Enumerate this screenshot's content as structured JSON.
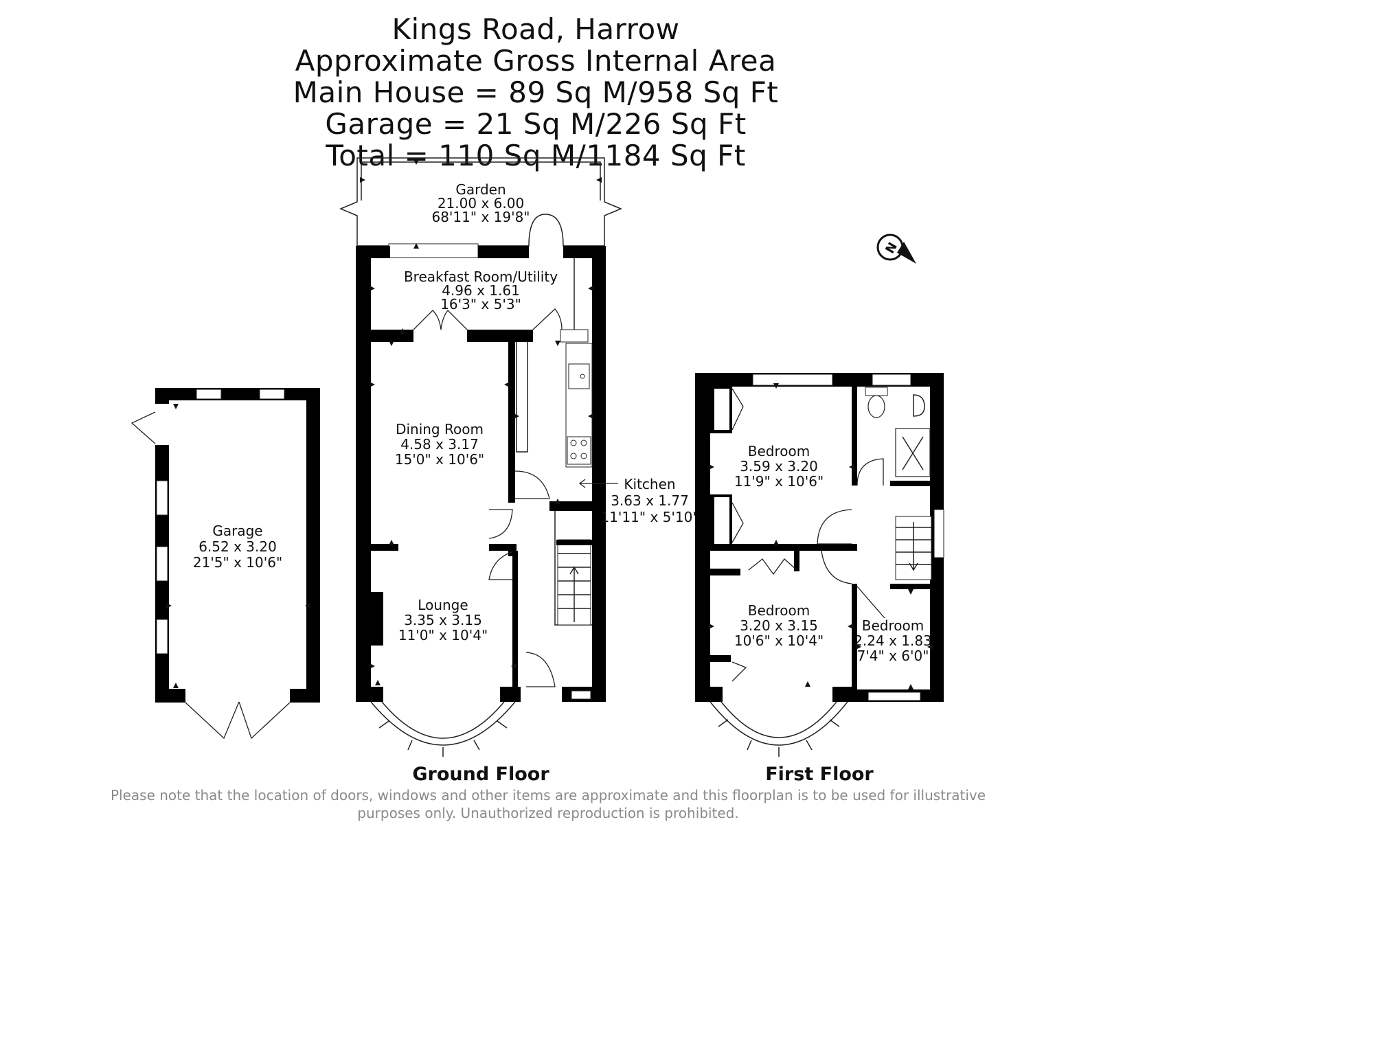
{
  "header": {
    "address": "Kings Road, Harrow",
    "area_title": "Approximate Gross Internal Area",
    "main_house": "Main House = 89 Sq M/958 Sq Ft",
    "garage": "Garage = 21 Sq M/226 Sq Ft",
    "total": "Total = 110 Sq M/1184 Sq Ft"
  },
  "rooms": {
    "garden": {
      "name": "Garden",
      "metric": "21.00 x 6.00",
      "imperial": "68'11\" x 19'8\""
    },
    "breakfast": {
      "name": "Breakfast Room/Utility",
      "metric": "4.96 x 1.61",
      "imperial": "16'3\" x 5'3\""
    },
    "dining": {
      "name": "Dining Room",
      "metric": "4.58 x 3.17",
      "imperial": "15'0\" x 10'6\""
    },
    "kitchen": {
      "name": "Kitchen",
      "metric": "3.63 x 1.77",
      "imperial": "11'11\" x 5'10\""
    },
    "lounge": {
      "name": "Lounge",
      "metric": "3.35 x 3.15",
      "imperial": "11'0\" x 10'4\""
    },
    "garage": {
      "name": "Garage",
      "metric": "6.52 x 3.20",
      "imperial": "21'5\" x 10'6\""
    },
    "bedroom1": {
      "name": "Bedroom",
      "metric": "3.59 x 3.20",
      "imperial": "11'9\" x 10'6\""
    },
    "bedroom2": {
      "name": "Bedroom",
      "metric": "3.20 x 3.15",
      "imperial": "10'6\" x 10'4\""
    },
    "bedroom3": {
      "name": "Bedroom",
      "metric": "2.24 x 1.83",
      "imperial": "7'4\" x 6'0\""
    }
  },
  "floors": {
    "ground": "Ground Floor",
    "first": "First Floor"
  },
  "disclaimer": {
    "line1": "Please note that the location of doors, windows and other items are approximate and this floorplan is to be used for illustrative",
    "line2": "purposes only. Unauthorized reproduction is prohibited."
  },
  "compass": {
    "icon": "north-arrow-icon",
    "letter": "N"
  }
}
